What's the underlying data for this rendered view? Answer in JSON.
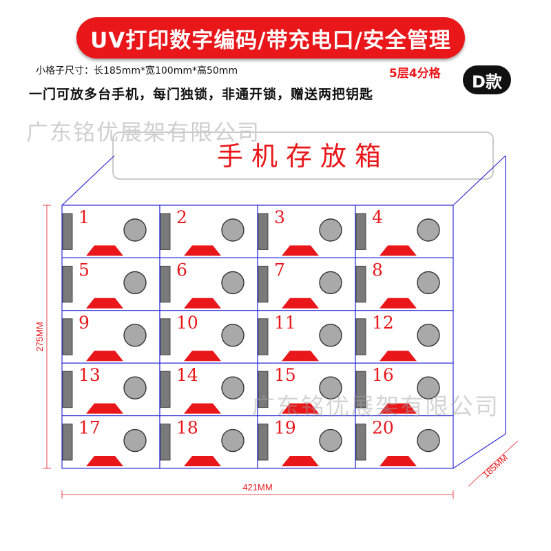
{
  "banner": {
    "text": "UV打印数字编码/带充电口/安全管理"
  },
  "spec": {
    "text": "小格子尺寸：长185mm*宽100mm*高50mm"
  },
  "layers": {
    "text": "5层4分格"
  },
  "badge": {
    "text": "D款"
  },
  "feature": {
    "text": "一门可放多台手机，每门独锁，非通开锁，赠送两把钥匙"
  },
  "watermark": {
    "text": "广东铭优展架有限公司"
  },
  "cabinet": {
    "title": "手机存放箱",
    "compartments": [
      "1",
      "2",
      "3",
      "4",
      "5",
      "6",
      "7",
      "8",
      "9",
      "10",
      "11",
      "12",
      "13",
      "14",
      "15",
      "16",
      "17",
      "18",
      "19",
      "20"
    ],
    "rows": 5,
    "cols": 4
  },
  "dimensions": {
    "height": "275MM",
    "width": "421MM",
    "depth": "185MM"
  },
  "colors": {
    "accent": "#e9161a",
    "outline": "#2d2dd6",
    "lock": "#7a7a7a",
    "button": "#a9a9a9"
  }
}
